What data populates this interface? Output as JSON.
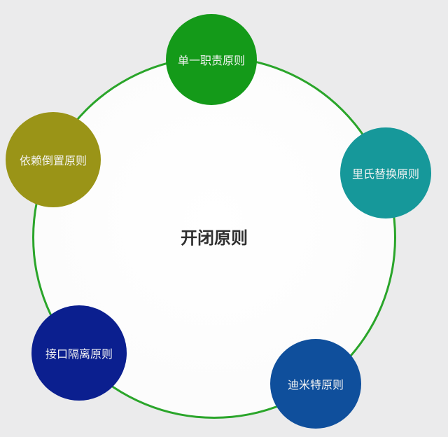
{
  "diagram": {
    "center": {
      "label": "开闭原则",
      "ring_color": "#2aa52a"
    },
    "nodes": [
      {
        "id": "srp",
        "label": "单一职责原则",
        "color": "#149a19"
      },
      {
        "id": "lsp",
        "label": "里氏替换原则",
        "color": "#16989a"
      },
      {
        "id": "lod",
        "label": "迪米特原则",
        "color": "#0f4f9c"
      },
      {
        "id": "isp",
        "label": "接口隔离原则",
        "color": "#0b1f8f"
      },
      {
        "id": "dip",
        "label": "依赖倒置原则",
        "color": "#9a9417"
      }
    ]
  }
}
